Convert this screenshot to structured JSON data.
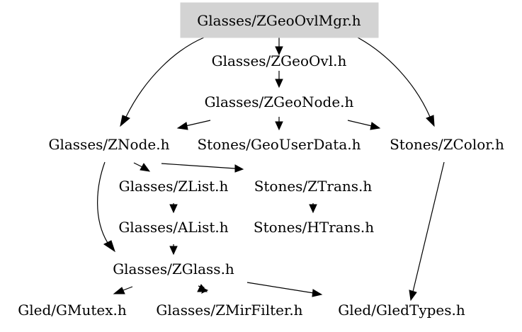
{
  "graph": {
    "direction": "top-down",
    "root": "n0",
    "colors": {
      "root_fill": "#d3d3d3",
      "edge": "#000000",
      "text": "#000000",
      "background": "#ffffff"
    },
    "nodes": [
      {
        "id": "n0",
        "label": "Glasses/ZGeoOvlMgr.h",
        "highlighted": true
      },
      {
        "id": "n1",
        "label": "Glasses/ZGeoOvl.h"
      },
      {
        "id": "n2",
        "label": "Glasses/ZGeoNode.h"
      },
      {
        "id": "n3",
        "label": "Glasses/ZNode.h"
      },
      {
        "id": "n4",
        "label": "Stones/GeoUserData.h"
      },
      {
        "id": "n5",
        "label": "Stones/ZColor.h"
      },
      {
        "id": "n6",
        "label": "Glasses/ZList.h"
      },
      {
        "id": "n7",
        "label": "Stones/ZTrans.h"
      },
      {
        "id": "n8",
        "label": "Glasses/AList.h"
      },
      {
        "id": "n9",
        "label": "Stones/HTrans.h"
      },
      {
        "id": "n10",
        "label": "Glasses/ZGlass.h"
      },
      {
        "id": "n11",
        "label": "Gled/GMutex.h"
      },
      {
        "id": "n12",
        "label": "Glasses/ZMirFilter.h"
      },
      {
        "id": "n13",
        "label": "Gled/GledTypes.h"
      }
    ],
    "edges": [
      {
        "from": "n0",
        "to": "n1"
      },
      {
        "from": "n0",
        "to": "n3"
      },
      {
        "from": "n0",
        "to": "n5"
      },
      {
        "from": "n1",
        "to": "n2"
      },
      {
        "from": "n2",
        "to": "n3"
      },
      {
        "from": "n2",
        "to": "n4"
      },
      {
        "from": "n2",
        "to": "n5"
      },
      {
        "from": "n3",
        "to": "n6"
      },
      {
        "from": "n3",
        "to": "n7"
      },
      {
        "from": "n3",
        "to": "n10"
      },
      {
        "from": "n5",
        "to": "n13"
      },
      {
        "from": "n6",
        "to": "n8"
      },
      {
        "from": "n7",
        "to": "n9"
      },
      {
        "from": "n8",
        "to": "n10"
      },
      {
        "from": "n10",
        "to": "n11"
      },
      {
        "from": "n10",
        "to": "n12"
      },
      {
        "from": "n10",
        "to": "n13"
      }
    ]
  }
}
